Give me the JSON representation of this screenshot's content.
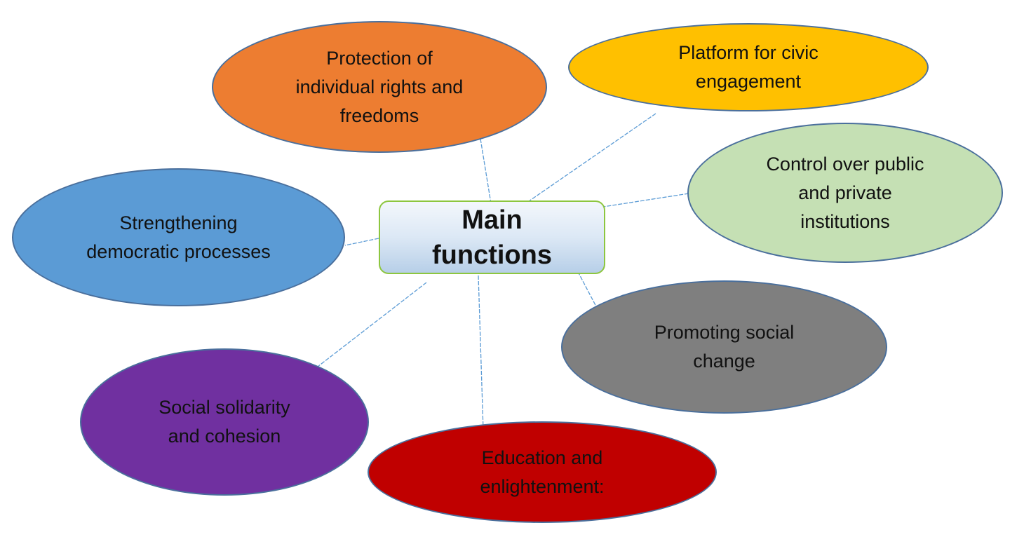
{
  "diagram": {
    "type": "mind-map",
    "center": {
      "label": "Main\nfunctions"
    },
    "nodes": [
      {
        "id": "protection",
        "label": "Protection of\nindividual rights and\nfreedoms",
        "color": "#ED7D31"
      },
      {
        "id": "civic",
        "label": "Platform for civic\nengagement",
        "color": "#FFC000"
      },
      {
        "id": "control",
        "label": "Control over public\nand private\ninstitutions",
        "color": "#C5E0B4"
      },
      {
        "id": "social-change",
        "label": "Promoting social\nchange",
        "color": "#7F7F7F"
      },
      {
        "id": "education",
        "label": "Education and\nenlightenment:",
        "color": "#C00000"
      },
      {
        "id": "solidarity",
        "label": "Social solidarity\nand cohesion",
        "color": "#7030A0"
      },
      {
        "id": "democratic",
        "label": "Strengthening\ndemocratic processes",
        "color": "#5B9BD5"
      }
    ],
    "connector_color": "#5B9BD5",
    "center_border_color": "#8DC63F"
  }
}
